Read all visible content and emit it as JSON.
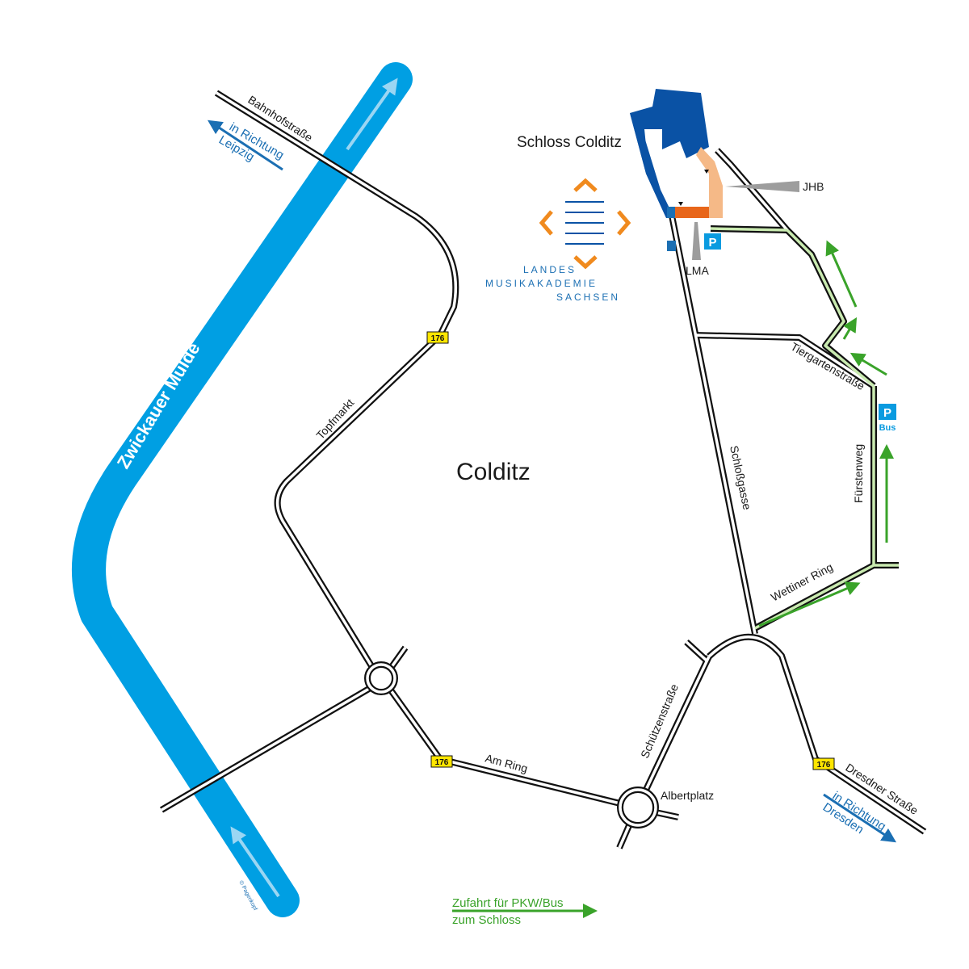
{
  "town": "Colditz",
  "castle": "Schloss Colditz",
  "river": "Zwickauer Mulde",
  "streets": {
    "bahnhof": "Bahnhofstraße",
    "topfmarkt": "Topfmarkt",
    "am_ring": "Am Ring",
    "albertplatz": "Albertplatz",
    "schuetzen": "Schützenstraße",
    "schlossgasse": "Schloßgasse",
    "tiergarten": "Tiergartenstraße",
    "fuerstenweg": "Fürstenweg",
    "wettiner": "Wettiner Ring",
    "dresdner": "Dresdner Straße"
  },
  "route_number": "176",
  "directions": {
    "leipzig_1": "in Richtung",
    "leipzig_2": "Leipzig",
    "dresden_1": "in Richtung",
    "dresden_2": "Dresden"
  },
  "buildings": {
    "jhb": "JHB",
    "lma": "LMA"
  },
  "parking": {
    "p": "P",
    "bus": "Bus"
  },
  "logo": {
    "line1": "LANDES",
    "line2": "MUSIKAKADEMIE",
    "line3": "SACHSEN"
  },
  "legend": {
    "line1": "Zufahrt für PKW/Bus",
    "line2": "zum Schloss"
  },
  "copyright": "© Pagenkopf",
  "colors": {
    "river": "#009fe3",
    "castle": "#0a52a5",
    "orange": "#e8661a",
    "green": "#3aa32a"
  }
}
